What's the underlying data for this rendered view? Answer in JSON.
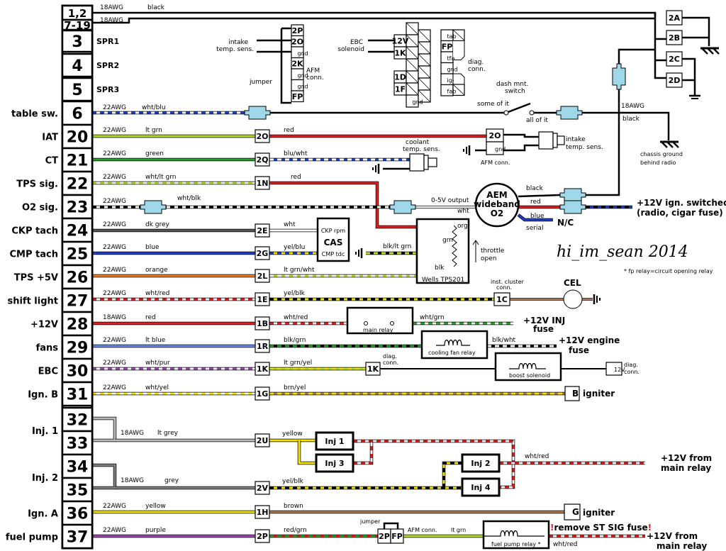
{
  "title_signature": "hi_im_sean 2014",
  "footnote": "* fp relay=circuit opening relay",
  "ecu_pins": [
    {
      "pin": "1,2",
      "function": "",
      "gauge": "18AWG",
      "color_name": "black",
      "connector": "2A"
    },
    {
      "pin": "7-19",
      "function": "",
      "gauge": "18AWG",
      "color_name": "",
      "connector": ""
    },
    {
      "pin": "3",
      "function": "",
      "label": "SPR1"
    },
    {
      "pin": "4",
      "function": "",
      "label": "SPR2"
    },
    {
      "pin": "5",
      "function": "",
      "label": "SPR3"
    },
    {
      "pin": "6",
      "function": "table sw.",
      "gauge": "22AWG",
      "color_name": "wht/blu"
    },
    {
      "pin": "20",
      "function": "IAT",
      "gauge": "22AWG",
      "color_name": "lt grn",
      "connector": "2O",
      "out_color": "red"
    },
    {
      "pin": "21",
      "function": "CT",
      "gauge": "22AWG",
      "color_name": "green",
      "connector": "2Q",
      "out_color": "blu/wht"
    },
    {
      "pin": "22",
      "function": "TPS sig.",
      "gauge": "22AWG",
      "color_name": "wht/lt grn",
      "connector": "1N",
      "out_color": "red"
    },
    {
      "pin": "23",
      "function": "O2 sig.",
      "gauge": "22AWG",
      "color_name": "wht/blk"
    },
    {
      "pin": "24",
      "function": "CKP tach",
      "gauge": "22AWG",
      "color_name": "dk grey",
      "connector": "2E",
      "out_color": "wht"
    },
    {
      "pin": "25",
      "function": "CMP tach",
      "gauge": "22AWG",
      "color_name": "blue",
      "connector": "2G",
      "out_color": "yel/blu"
    },
    {
      "pin": "26",
      "function": "TPS +5V",
      "gauge": "22AWG",
      "color_name": "orange",
      "connector": "2L",
      "out_color": "lt grn/wht"
    },
    {
      "pin": "27",
      "function": "shift light",
      "gauge": "22AWG",
      "color_name": "wht/red",
      "connector": "1E",
      "out_color": "yel/blk"
    },
    {
      "pin": "28",
      "function": "+12V",
      "gauge": "18AWG",
      "color_name": "red",
      "connector": "1B",
      "out_color": "wht/red"
    },
    {
      "pin": "29",
      "function": "fans",
      "gauge": "22AWG",
      "color_name": "lt blue",
      "connector": "1R",
      "out_color": "blk/grn"
    },
    {
      "pin": "30",
      "function": "EBC",
      "gauge": "22AWG",
      "color_name": "wht/pur",
      "connector": "1K",
      "out_color": "lt grn/yel"
    },
    {
      "pin": "31",
      "function": "Ign. B",
      "gauge": "22AWG",
      "color_name": "wht/yel",
      "connector": "1G",
      "out_color": "brn/yel"
    },
    {
      "pin": "32",
      "function": "Inj. 1"
    },
    {
      "pin": "33",
      "function": "",
      "gauge": "18AWG",
      "color_name": "lt grey",
      "connector": "2U",
      "out_color": "yellow"
    },
    {
      "pin": "34",
      "function": "Inj. 2"
    },
    {
      "pin": "35",
      "function": "",
      "gauge": "18AWG",
      "color_name": "grey",
      "connector": "2V",
      "out_color": "yel/blk"
    },
    {
      "pin": "36",
      "function": "Ign. A",
      "gauge": "22AWG",
      "color_name": "yellow",
      "connector": "1H",
      "out_color": "brown"
    },
    {
      "pin": "37",
      "function": "fuel pump",
      "gauge": "22AWG",
      "color_name": "purple",
      "connector": "2P",
      "out_color": "red/grn"
    }
  ],
  "ground_connectors": [
    "2A",
    "2B",
    "2C",
    "2D"
  ],
  "afm_conn": {
    "pins": [
      "2P",
      "2O",
      "gnd",
      "2K",
      "gnd",
      "gnd",
      "FP"
    ],
    "label": "AFM conn.",
    "jumper": "jumper",
    "intake": "intake temp. sens."
  },
  "ebc": {
    "label": "EBC solenoid",
    "pins": [
      "12V",
      "1K",
      "",
      "",
      "1D",
      "1F",
      "gnd"
    ]
  },
  "diag_conn": {
    "pins": [
      "tab",
      "FP",
      "tfa",
      "gnd",
      "ig-",
      "fab"
    ],
    "label": "diag. conn."
  },
  "labels": {
    "dash_switch": "dash mnt. switch",
    "some_of_it": "some of it",
    "all_of_it": "all of it",
    "awg18": "18AWG",
    "black": "black",
    "chassis_ground": "chassis ground behind radio",
    "coolant": "coolant temp. sens.",
    "intake2": "intake temp. sens.",
    "afm_conn": "AFM conn.",
    "o2_output": "0-5V output",
    "wht": "wht",
    "aem": "AEM wideband O2",
    "o2_black": "black",
    "o2_red": "red",
    "o2_blue": "blue",
    "serial": "serial",
    "nc": "N/C",
    "ign_switched": "+12V ign. switched",
    "ign_switched2": "(radio, cigar fuse)",
    "cas_ckp": "CKP rpm",
    "cas": "CAS",
    "cas_cmp": "CMP tdc",
    "blk_lt_grn": "blk/lt grn",
    "tps_org": "org",
    "tps_grn": "grn",
    "tps_blk": "blk",
    "tps_name": "Wells TPS201",
    "throttle_open": "throttle open",
    "inst_cluster": "inst. cluster conn.",
    "c1": "1C",
    "cel": "CEL",
    "main_relay": "main relay",
    "wht_grn": "wht/grn",
    "inj_fuse": "+12V INJ",
    "fuse": "fuse",
    "fan_relay": "cooling fan relay",
    "blk_wht": "blk/wht",
    "engine_fuse": "+12V engine",
    "diag_conn": "diag. conn.",
    "k1": "1K",
    "boost": "boost solenoid",
    "v12": "12V",
    "b": "B",
    "igniter": "igniter",
    "g": "G",
    "inj1": "Inj 1",
    "inj3": "Inj 3",
    "inj2": "Inj 2",
    "inj4": "Inj 4",
    "wht_red": "wht/red",
    "main12": "+12V  from",
    "main_relay2": "main relay",
    "jumper": "jumper",
    "p2": "2P",
    "fp": "FP",
    "lt_grn": "lt grn",
    "fp_relay": "fuel pump relay *",
    "remove": "remove ST SIG fuse",
    "bang": "!"
  },
  "colors": {
    "red": "#e02020",
    "lt_grn": "#b7e02a",
    "green": "#2ca02c",
    "blue": "#1f3fc8",
    "lt_blue": "#6a8fe0",
    "orange": "#f08020",
    "yellow": "#f5e600",
    "brown": "#b07a55",
    "purple": "#9b4ab0",
    "dk_grey": "#555555",
    "grey": "#808080",
    "lt_grey": "#bbbbbb",
    "connector_fill": "#9fd8e8"
  }
}
